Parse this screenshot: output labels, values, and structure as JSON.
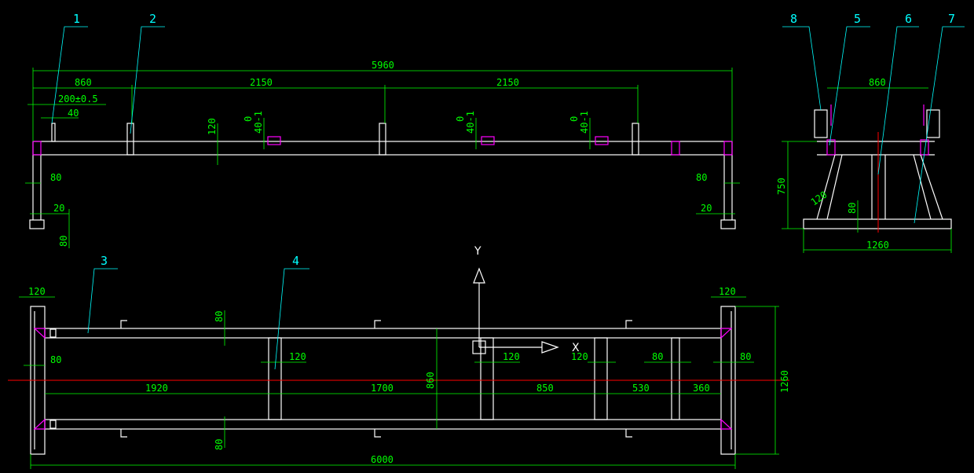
{
  "side_view": {
    "dims": {
      "total_length": "5960",
      "seg_left": "860",
      "seg_mid": "2150",
      "seg_right": "2150",
      "tolerance": "200±0.5",
      "d40": "40",
      "beam_h": "120",
      "slot_a": "40-1",
      "slot_b": "40-1",
      "slot_c": "40-1",
      "slot_a_top": "0",
      "slot_b_top": "0",
      "slot_c_top": "0",
      "left_80": "80",
      "right_80": "80",
      "left_20": "20",
      "right_20": "20",
      "foot_80": "80"
    },
    "labels": {
      "l1": "1",
      "l2": "2"
    }
  },
  "end_view": {
    "dims": {
      "top_860": "860",
      "height_750": "750",
      "leg_120": "120",
      "foot_80": "80",
      "base_1260": "1260"
    },
    "labels": {
      "l8": "8",
      "l5": "5",
      "l6": "6",
      "l7": "7"
    }
  },
  "plan_view": {
    "dims": {
      "left_120": "120",
      "right_120": "120",
      "top_80": "80",
      "left_80": "80",
      "cross_120_a": "120",
      "cross_120_b": "120",
      "cross_120_c": "120",
      "cross_80": "80",
      "right_80": "80",
      "seg_1920": "1920",
      "seg_1700": "1700",
      "seg_850": "850",
      "seg_530": "530",
      "seg_360": "360",
      "inner_860": "860",
      "bottom_80": "80",
      "width_1260": "1260",
      "total_6000": "6000"
    },
    "labels": {
      "l3": "3",
      "l4": "4"
    },
    "axes": {
      "y": "Y",
      "x": "X"
    }
  }
}
